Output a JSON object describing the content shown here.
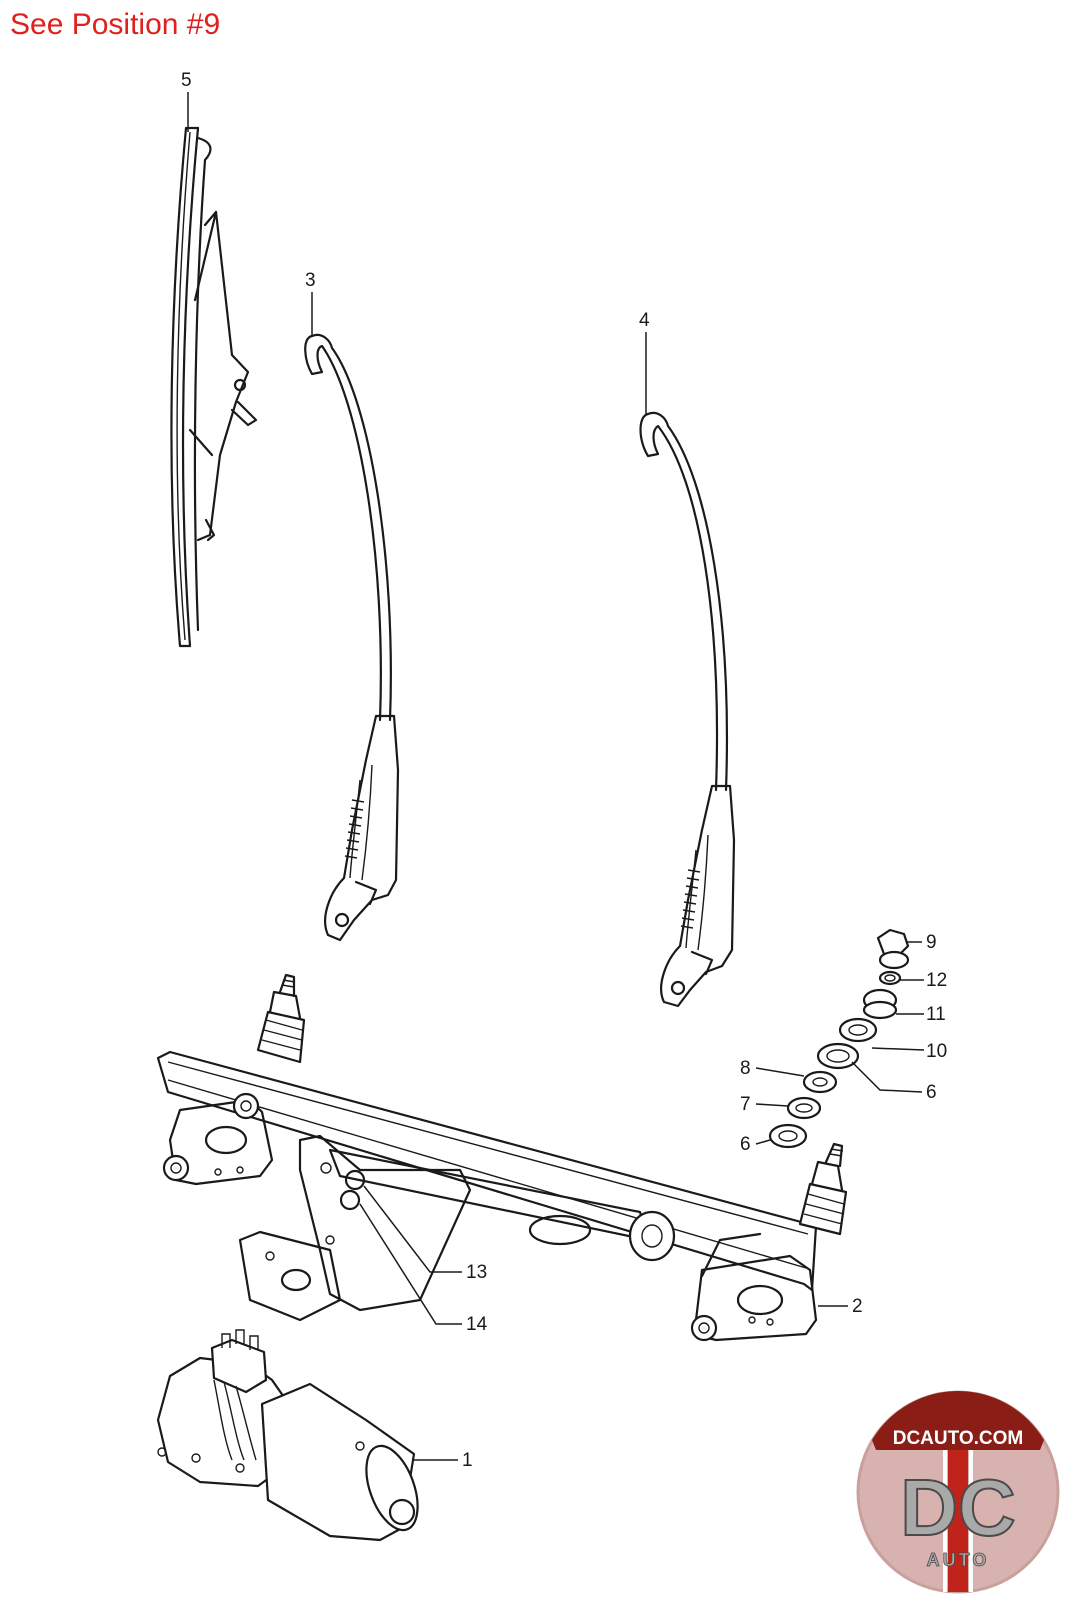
{
  "header": {
    "note": "See Position #9"
  },
  "callouts": [
    {
      "id": "callout-1",
      "label": "1"
    },
    {
      "id": "callout-2",
      "label": "2"
    },
    {
      "id": "callout-3",
      "label": "3"
    },
    {
      "id": "callout-4",
      "label": "4"
    },
    {
      "id": "callout-5",
      "label": "5"
    },
    {
      "id": "callout-6a",
      "label": "6"
    },
    {
      "id": "callout-6b",
      "label": "6"
    },
    {
      "id": "callout-7",
      "label": "7"
    },
    {
      "id": "callout-8",
      "label": "8"
    },
    {
      "id": "callout-9",
      "label": "9"
    },
    {
      "id": "callout-10",
      "label": "10"
    },
    {
      "id": "callout-11",
      "label": "11"
    },
    {
      "id": "callout-12",
      "label": "12"
    },
    {
      "id": "callout-13",
      "label": "13"
    },
    {
      "id": "callout-14",
      "label": "14"
    }
  ],
  "logo": {
    "top_text": "DCAUTO.COM",
    "mark": "DC",
    "sub": "AUTO",
    "colors": {
      "ring": "#d7b2ae",
      "band": "#8a1e16",
      "letters": "#a9a9a9",
      "shield": "#c0231a"
    }
  }
}
